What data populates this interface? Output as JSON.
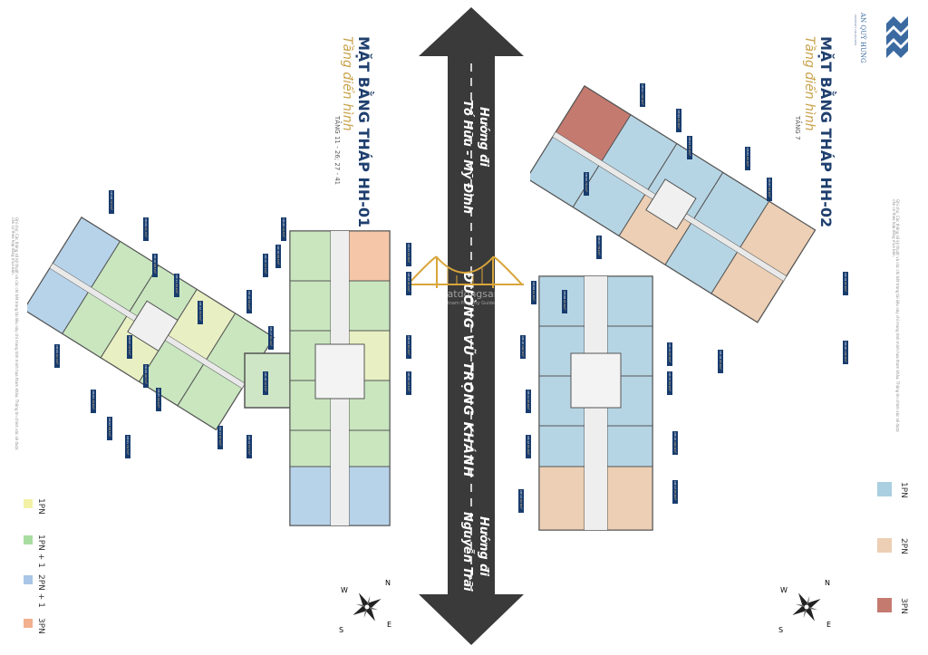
{
  "left": {
    "title": "MẶT BẰNG THÁP HH-01",
    "subtitle": "Tầng điển hình",
    "floors": "TẦNG 11 - 26; 27 - 41",
    "note": "Ghi chú: Các thông số kỹ thuật và các chi tiết trong tài liệu này chỉ mang tính minh họa tham khảo. Thông tin chính xác sẽ được căn cứ theo hợp đồng mua bán."
  },
  "right": {
    "title": "MẶT BẰNG THÁP HH-02",
    "subtitle": "Tầng điển hình",
    "floors": "TẦNG 7",
    "note": "Ghi chú: Các thông số kỹ thuật và các chi tiết trong tài liệu này chỉ mang tính minh họa tham khảo. Thông tin chính xác sẽ được căn cứ theo hợp đồng mua bán."
  },
  "brand": {
    "name": "AN QUÝ HƯNG",
    "tagline": "PROPERTY DEVELOPER"
  },
  "road": {
    "top_direction": "Hướng đi",
    "top_destination": "Tố Hữu - Mỹ Đình",
    "street": "ĐƯỜNG VŨ TRỌNG KHÁNH",
    "bottom_direction": "Hướng đi",
    "bottom_destination": "Nguyễn Trãi",
    "watermark": "Batdongsan",
    "watermark_sub": "Vietnam Property Guide"
  },
  "legend_left": [
    {
      "label": "1PN",
      "color": "#f3f1a6"
    },
    {
      "label": "1PN + 1",
      "color": "#a9dda0"
    },
    {
      "label": "2PN + 1",
      "color": "#a9c6e6"
    },
    {
      "label": "3PN",
      "color": "#f2b08e"
    }
  ],
  "legend_right": [
    {
      "label": "1PN",
      "color": "#a9cfe0"
    },
    {
      "label": "2PN",
      "color": "#eccfb4"
    },
    {
      "label": "3PN",
      "color": "#c57a70"
    }
  ],
  "compass": {
    "n": "N",
    "s": "S",
    "e": "E",
    "w": "W"
  },
  "unit_tags_left": [
    {
      "code": "CH.08",
      "area": "72.5m²"
    },
    {
      "code": "CH.09",
      "area": "61.3m²"
    },
    {
      "code": "CH.10",
      "area": "69.5m²"
    },
    {
      "code": "CH.11",
      "area": "44.2m²"
    },
    {
      "code": "CH.12",
      "area": "72.5m²"
    },
    {
      "code": "CH.07",
      "area": "72.5m²"
    },
    {
      "code": "CH.06",
      "area": "69.5m²"
    },
    {
      "code": "CH.05",
      "area": "44.2m²"
    },
    {
      "code": "CH.04",
      "area": "61.3m²"
    },
    {
      "code": "CH.03",
      "area": "76.8m²"
    },
    {
      "code": "CH.02",
      "area": "69.5m²"
    },
    {
      "code": "CH.01",
      "area": "72.5m²"
    },
    {
      "code": "CH.13",
      "area": "87.9m²"
    },
    {
      "code": "CH.14",
      "area": "57.7m²"
    },
    {
      "code": "CH.15",
      "area": "57.7m²"
    },
    {
      "code": "CH.16",
      "area": "44.2m²"
    },
    {
      "code": "CH.17",
      "area": "61.3m²"
    },
    {
      "code": "CH.18",
      "area": "72.5m²"
    },
    {
      "code": "CH.19",
      "area": "69.5m²"
    },
    {
      "code": "CH.20",
      "area": "72.5m²"
    },
    {
      "code": "CH.21",
      "area": "63.8m²"
    },
    {
      "code": "CH.22",
      "area": "65.4m²"
    },
    {
      "code": "CH.23",
      "area": "87.9m²"
    },
    {
      "code": "CH.24",
      "area": "72.5m²"
    }
  ],
  "unit_tags_right": [
    {
      "code": "CH.01",
      "area": "102.6m²"
    },
    {
      "code": "CH.02",
      "area": "61.8m²"
    },
    {
      "code": "CH.03",
      "area": "65.8m²"
    },
    {
      "code": "CH.04",
      "area": "65.8m²"
    },
    {
      "code": "CH.05",
      "area": "83.9m²"
    },
    {
      "code": "CH.06",
      "area": "78.2m²"
    },
    {
      "code": "CH.07",
      "area": "78.2m²"
    },
    {
      "code": "CH.08",
      "area": "65.8m²"
    },
    {
      "code": "CH.09",
      "area": "61.8m²"
    },
    {
      "code": "CH.10",
      "area": "102.6m²"
    },
    {
      "code": "CH.11",
      "area": "65.8m²"
    },
    {
      "code": "CH.12",
      "area": "65.8m²"
    },
    {
      "code": "CH.13",
      "area": "65.8m²"
    },
    {
      "code": "CH.14",
      "area": "65.8m²"
    },
    {
      "code": "CH.15",
      "area": "83.9m²"
    },
    {
      "code": "CH.16",
      "area": "102.6m²"
    },
    {
      "code": "CH.17",
      "area": "65.8m²"
    },
    {
      "code": "CH.18",
      "area": "65.8m²"
    },
    {
      "code": "CH.19",
      "area": "65.8m²"
    },
    {
      "code": "CH.20",
      "area": "102.6m²"
    }
  ]
}
